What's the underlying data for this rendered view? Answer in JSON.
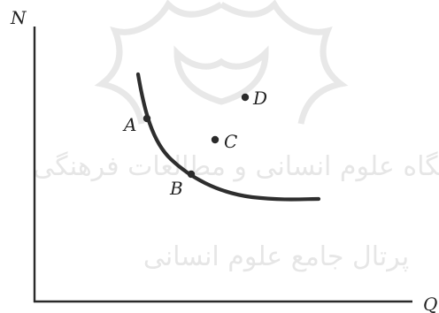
{
  "axes": {
    "y_label": "N",
    "x_label": "Q"
  },
  "points": [
    {
      "id": "A",
      "label": "A"
    },
    {
      "id": "B",
      "label": "B"
    },
    {
      "id": "C",
      "label": "C"
    },
    {
      "id": "D",
      "label": "D"
    }
  ],
  "watermark": {
    "line1": "پژوهشگاه علوم انسانی و مطالعات فرهنگی",
    "line2": "پرتال جامع علوم انسانی"
  }
}
